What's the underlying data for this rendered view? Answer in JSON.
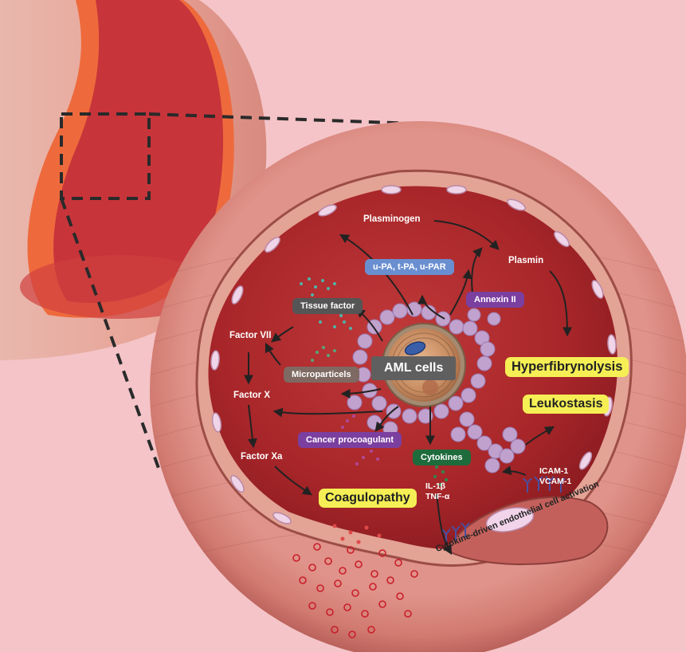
{
  "center": {
    "label": "AML cells"
  },
  "outcomes": {
    "hyperfibrinolysis": "Hyperfibrynolysis",
    "leukostasis": "Leukostasis",
    "coagulopathy": "Coagulopathy"
  },
  "fibrinolysis": {
    "plasminogen": "Plasminogen",
    "plasmin": "Plasmin",
    "activators": "u-PA, t-PA, u-PAR",
    "annexin": "Annexin II"
  },
  "coagulation": {
    "tissue_factor": "Tissue factor",
    "microparticles": "Microparticels",
    "cancer_procoagulant": "Cancer procoagulant",
    "factor_vii": "Factor VII",
    "factor_x": "Factor X",
    "factor_xa": "Factor Xa"
  },
  "inflammation": {
    "cytokines": "Cytokines",
    "il1b": "IL-1β",
    "tnfa": "TNF-α",
    "icam": "ICAM-1",
    "vcam": "VCAM-1",
    "endothelial_activation": "Cytokine-driven endothelial cell activation"
  },
  "colors": {
    "background": "#f4c4c8",
    "lumen": "#a8262a",
    "wall": "#d97f74",
    "outcome_box": "#f5ef55",
    "center_box": "#5f5f5f",
    "activators_box": "#6a8fd0",
    "annexin_box": "#7b3fa0",
    "tissue_factor_box": "#555555",
    "microparticles_box": "#7e6a62",
    "procoagulant_box": "#7b3fa0",
    "cytokines_box": "#1e6b3c"
  }
}
